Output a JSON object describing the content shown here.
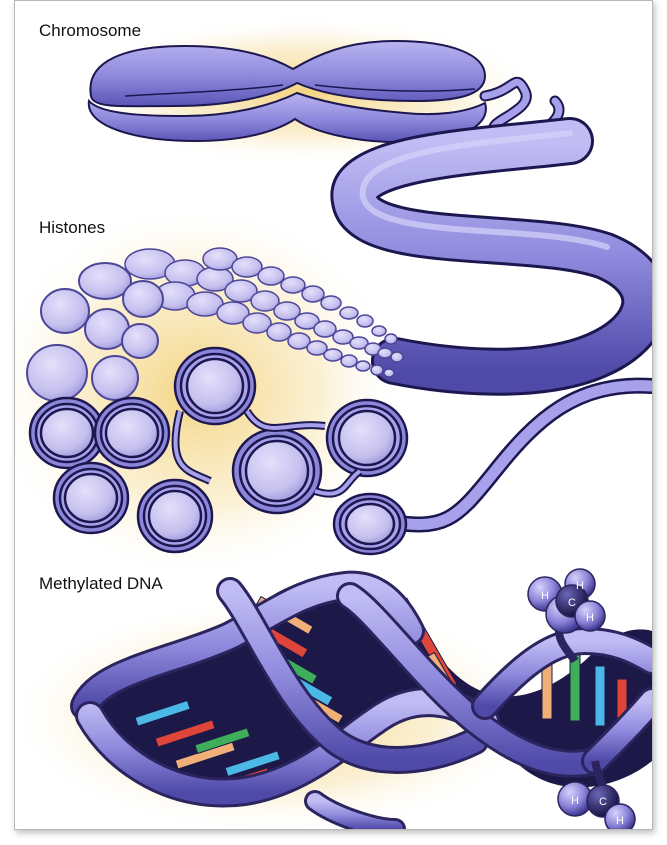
{
  "labels": {
    "chromosome": "Chromosome",
    "histones": "Histones",
    "methylated_dna": "Methylated DNA"
  },
  "methyl_group": {
    "atoms": [
      "H",
      "C",
      "H",
      "H"
    ]
  },
  "methyl_group_bottom": {
    "atoms": [
      "H",
      "C",
      "H"
    ]
  },
  "colors": {
    "chromatin": "#8a86d6",
    "chromatin_dark": "#2b245e",
    "histone_fill": "#c9c4ee",
    "glow": "#f5d98a",
    "base_red": "#e0453a",
    "base_green": "#3fae5a",
    "base_blue": "#4bb8e6",
    "base_orange": "#f0b078",
    "helix_inner": "#1c1848"
  }
}
